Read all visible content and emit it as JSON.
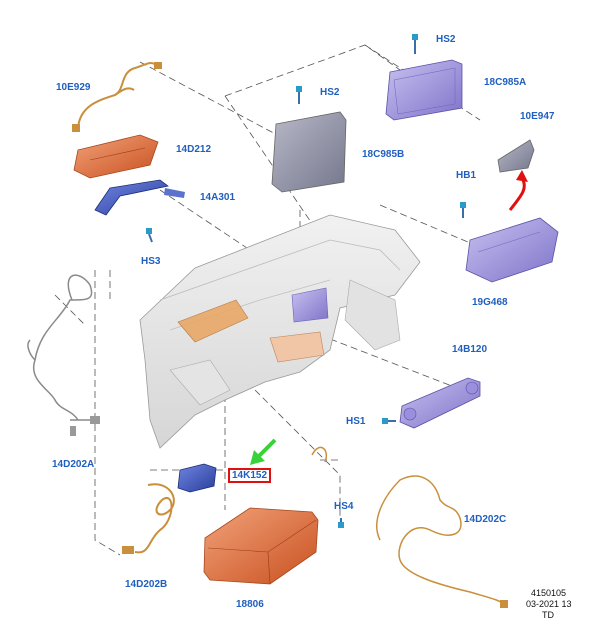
{
  "labels": {
    "hs2_top": "HS2",
    "c18c985a": "18C985A",
    "c10e929": "10E929",
    "hs2_mid": "HS2",
    "c14d212": "14D212",
    "c18c985b": "18C985B",
    "c10e947": "10E947",
    "hb1": "HB1",
    "c14a301": "14A301",
    "hs3": "HS3",
    "c19g468": "19G468",
    "c14b120": "14B120",
    "hs1": "HS1",
    "c14d202a": "14D202A",
    "c14k152": "14K152",
    "hs4": "HS4",
    "c14d202c": "14D202C",
    "c14d202b": "14D202B",
    "c18806": "18806"
  },
  "footer": {
    "line1": "4150105",
    "line2": "03-2021 13",
    "line3": "TD"
  },
  "colors": {
    "label_blue": "#1f5fbf",
    "highlight_red": "#e01010",
    "pointer_green": "#39d23a",
    "part_orange": "#e0703a",
    "part_purple": "#8f86d6",
    "part_blue": "#3452b8",
    "airbag_grey": "#8d8fa6",
    "harness_orange": "#c98f3c"
  }
}
